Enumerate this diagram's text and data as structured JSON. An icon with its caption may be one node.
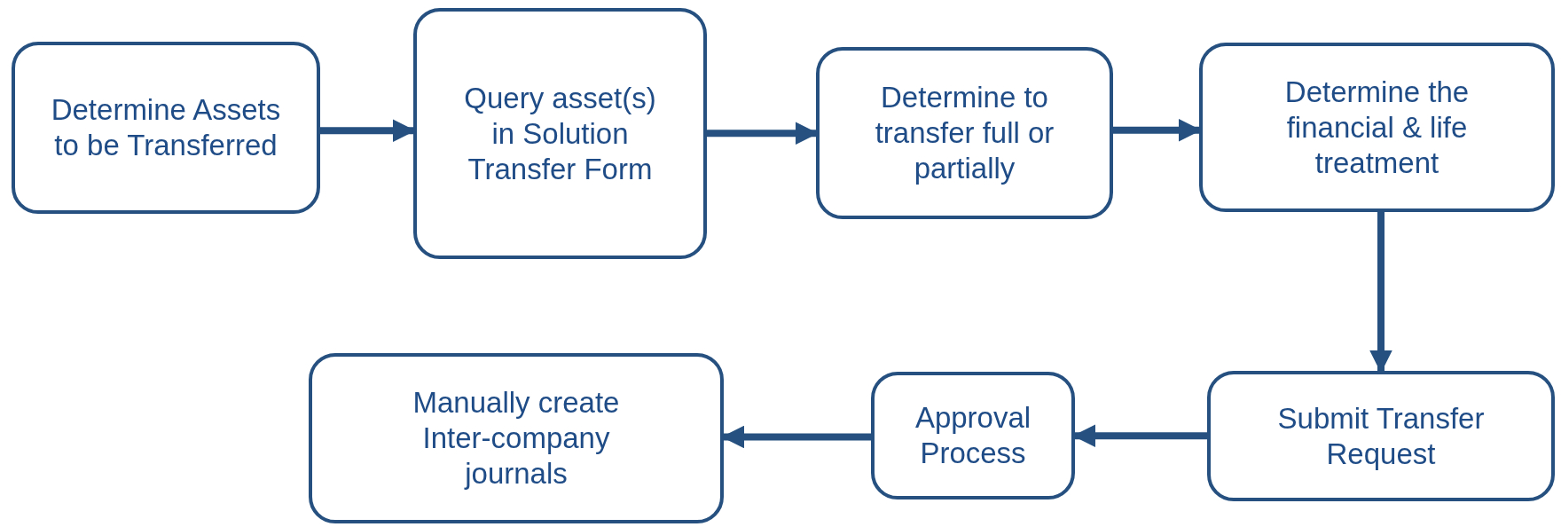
{
  "diagram": {
    "nodes": [
      {
        "text": [
          "Determine Assets to be Transferred"
        ]
      },
      {
        "text": [
          "Query asset(s) in Solution Transfer Form"
        ]
      },
      {
        "text": [
          "Determine to transfer full or partially"
        ]
      },
      {
        "text": [
          "Determine the financial & life treatment"
        ]
      },
      {
        "text": [
          "Submit Transfer Request"
        ]
      },
      {
        "text": [
          "Approval Process"
        ]
      },
      {
        "text": [
          "Manually create Inter-company journals"
        ]
      }
    ],
    "edges": [
      {
        "from": 0,
        "to": 1,
        "arrow": "to"
      },
      {
        "from": 1,
        "to": 2,
        "arrow": "to"
      },
      {
        "from": 2,
        "to": 3,
        "arrow": "to"
      },
      {
        "from": 3,
        "to": 4,
        "arrow": "to"
      },
      {
        "from": 4,
        "to": 5,
        "arrow": "to"
      },
      {
        "from": 5,
        "to": 6,
        "arrow": "to"
      }
    ]
  }
}
